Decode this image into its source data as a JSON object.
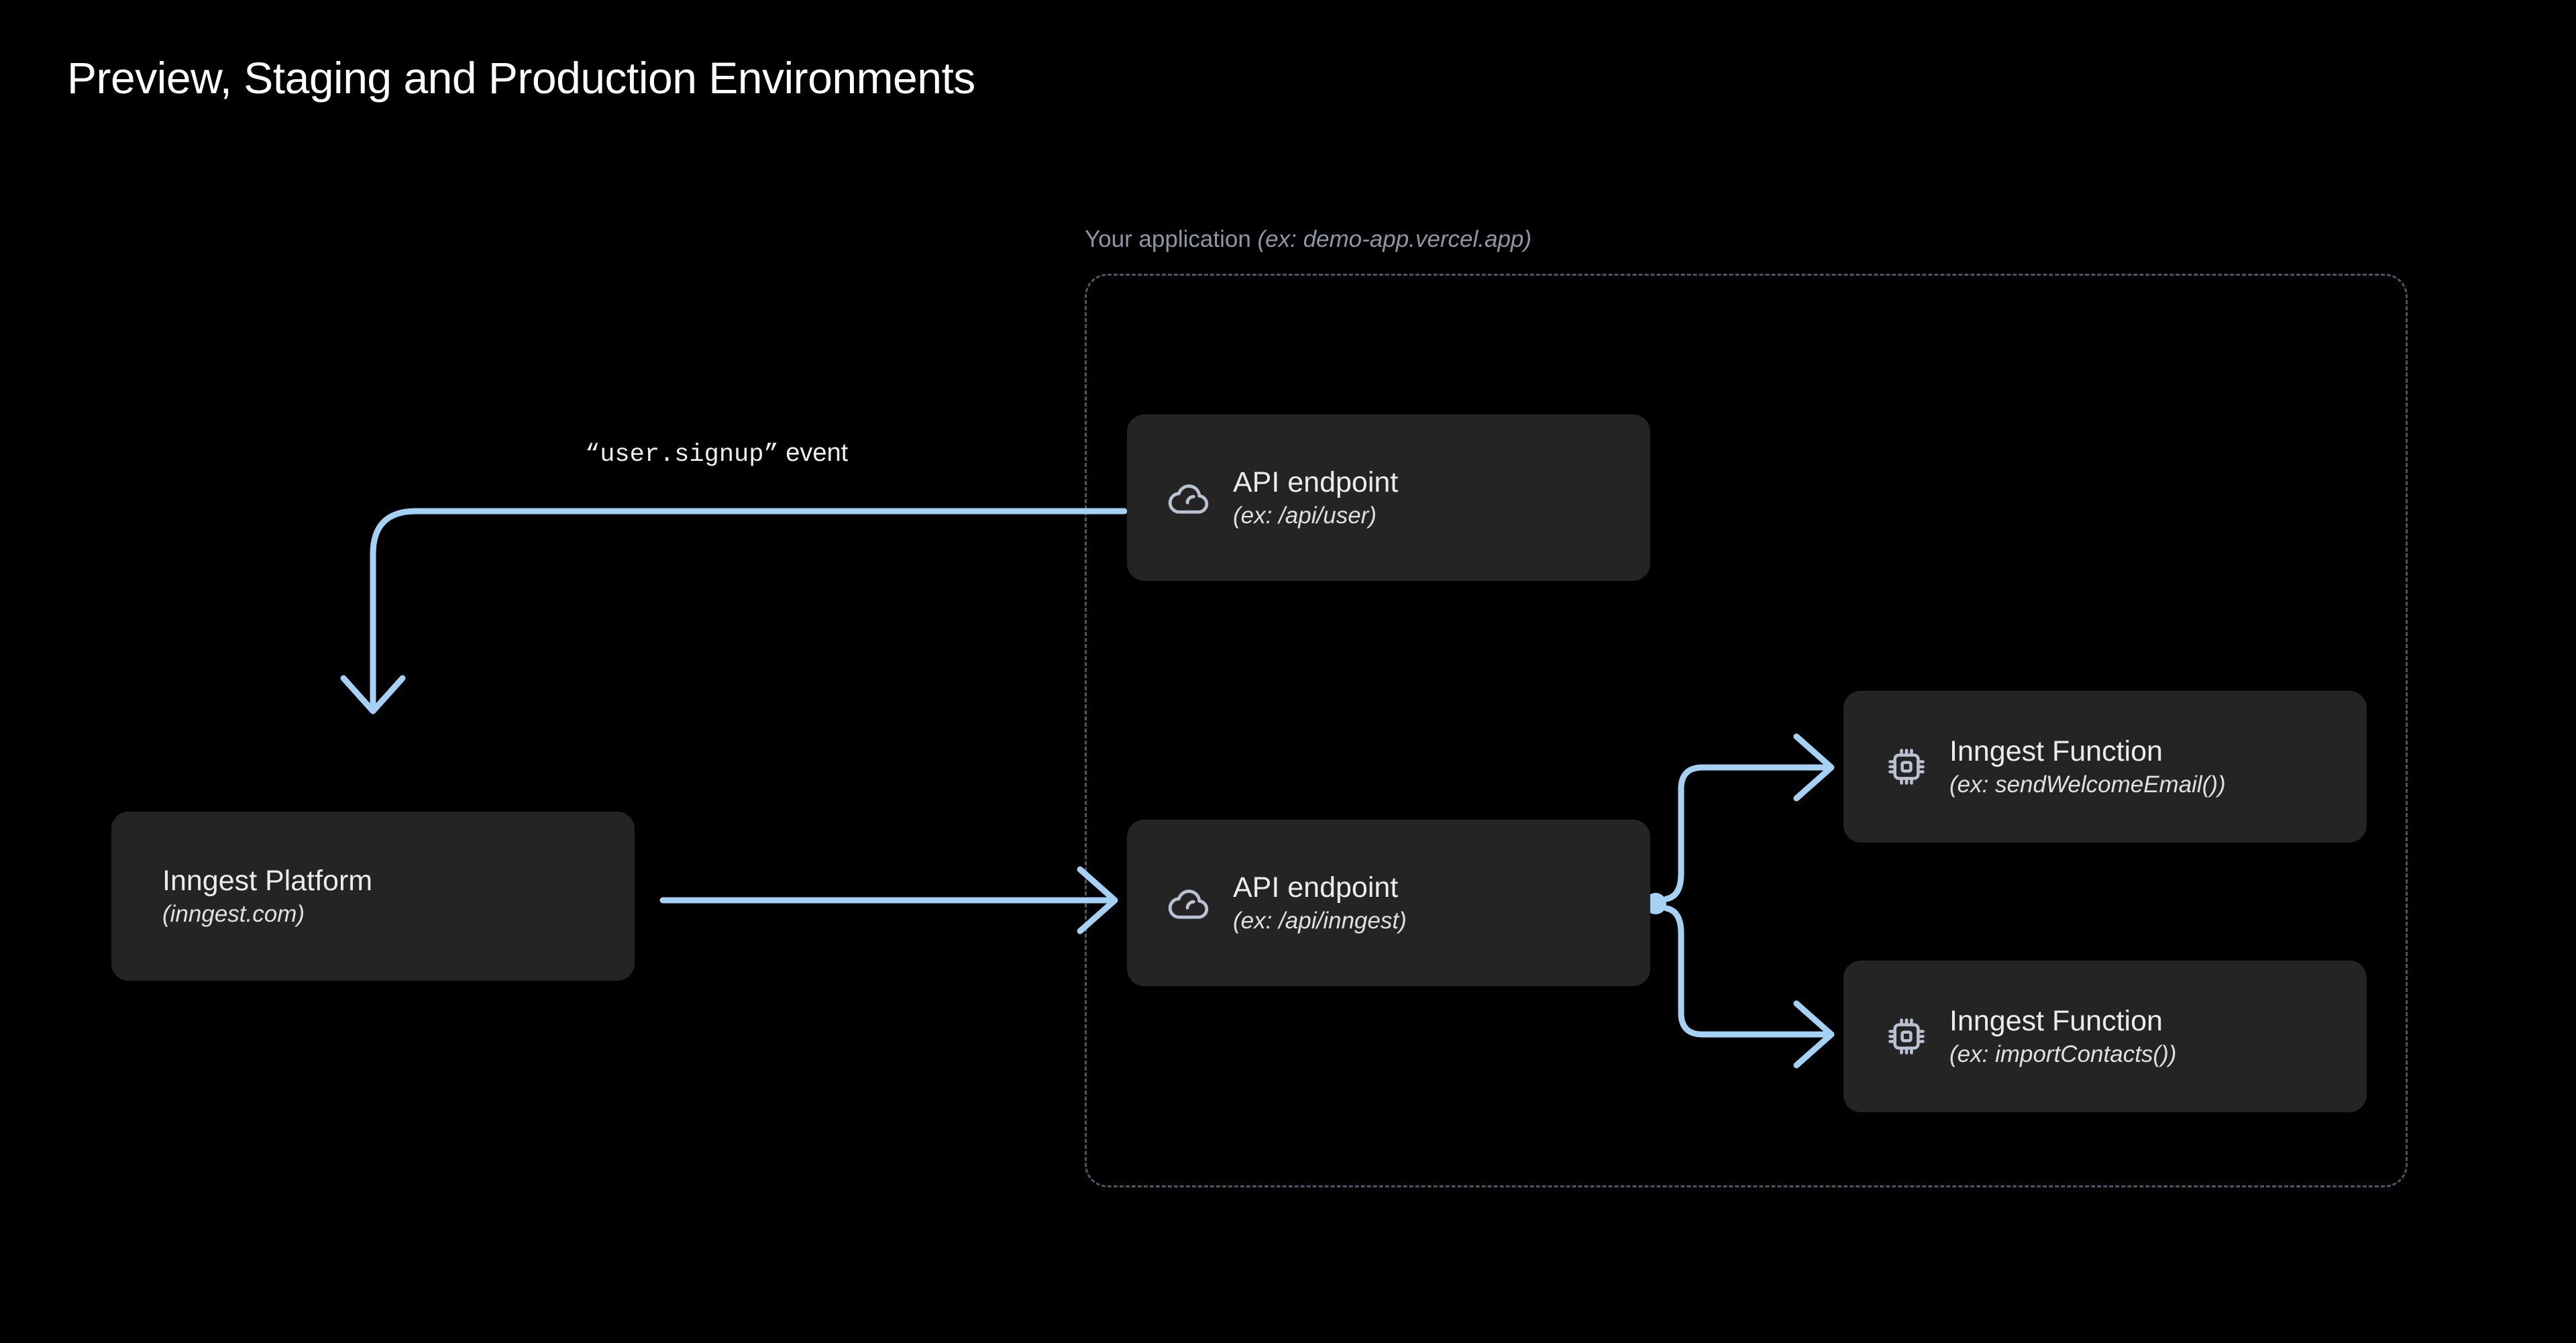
{
  "page": {
    "title": "Preview, Staging and Production Environments",
    "background_color": "#000000",
    "accent_color": "#a5d1f5",
    "card_color": "#242424",
    "dashed_border_color": "#4d5464",
    "muted_text_color": "#8e95a3"
  },
  "application_group": {
    "label_main": "Your application ",
    "label_example": "(ex: demo-app.vercel.app)"
  },
  "nodes": {
    "platform": {
      "title": "Inngest Platform",
      "subtitle": "(inngest.com)",
      "icon": "none"
    },
    "api_user": {
      "title": "API endpoint",
      "subtitle": "(ex: /api/user)",
      "icon": "cloud-icon"
    },
    "api_inngest": {
      "title": "API endpoint",
      "subtitle": "(ex: /api/inngest)",
      "icon": "cloud-icon"
    },
    "fn_welcome": {
      "title": "Inngest Function",
      "subtitle": "(ex: sendWelcomeEmail())",
      "icon": "cpu-chip-icon"
    },
    "fn_contacts": {
      "title": "Inngest Function",
      "subtitle": "(ex: importContacts())",
      "icon": "cpu-chip-icon"
    }
  },
  "edges": {
    "event_label_code": "“user.signup”",
    "event_label_suffix": " event"
  }
}
